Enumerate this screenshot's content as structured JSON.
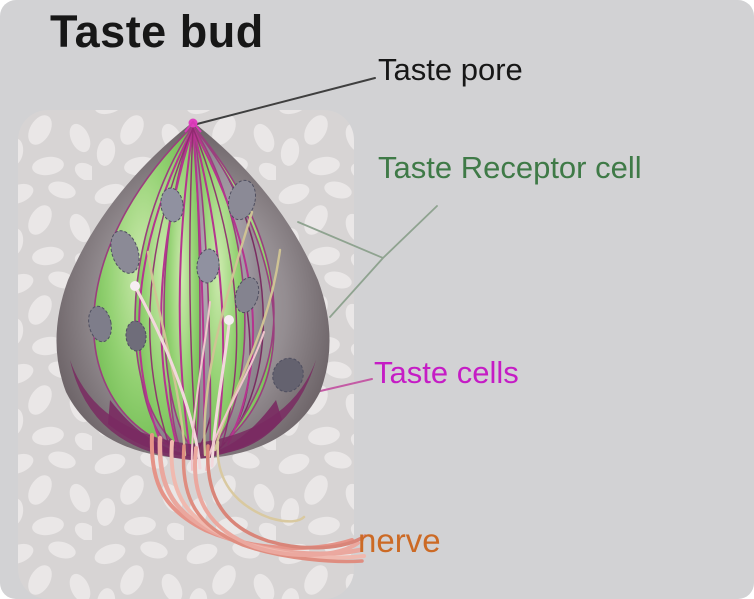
{
  "figure": {
    "title": "Taste bud",
    "labels": {
      "taste_pore": {
        "text": "Taste pore",
        "color": "#171717"
      },
      "taste_receptor_cell": {
        "text": "Taste Receptor cell",
        "color": "#3f7a47"
      },
      "taste_cells": {
        "text": "Taste cells",
        "color": "#c51cc5"
      },
      "nerve": {
        "text": "nerve",
        "color": "#cc6a25"
      }
    },
    "palette": {
      "canvas_background": "#d2d2d4",
      "tissue_panel_base": "#d7d4d4",
      "tissue_panel_pebble": "#eae7e7",
      "bud_rim_gray": "#5d5558",
      "bud_body_gray": "#b9b4b7",
      "receptor_cell_green": "#7cc45c",
      "taste_cell_magenta": "#b5358f",
      "deep_purple": "#7a2a62",
      "nucleus_gray": "#8b8a96",
      "nerve_fiber_pink": "#e99d92",
      "support_fiber_cream": "#cfc394",
      "pore_leader_line": "#3f3f3f",
      "receptor_leader_line": "#8fa390",
      "cells_leader_line": "#c45ba5"
    }
  }
}
